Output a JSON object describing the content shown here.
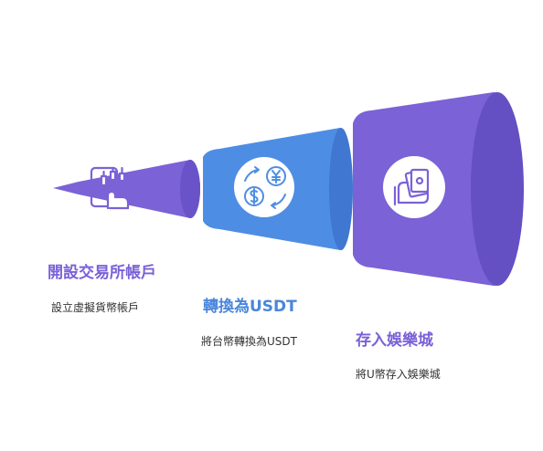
{
  "colors": {
    "purple": "#7b62d6",
    "purple_dark": "#6450c2",
    "blue": "#4e8de4",
    "blue_dark": "#3f77d1",
    "title_purple": "#7a61d8",
    "title_blue": "#4a86db",
    "icon_bg": "#ffffff"
  },
  "stages": [
    {
      "title": "開設交易所帳戶",
      "description": "設立虛擬貨幣帳戶",
      "icon": "candlestick-phone-icon"
    },
    {
      "title": "轉換為USDT",
      "description": "將台幣轉換為USDT",
      "icon": "currency-exchange-icon"
    },
    {
      "title": "存入娛樂城",
      "description": "將U幣存入娛樂城",
      "icon": "cash-in-hand-icon"
    }
  ]
}
